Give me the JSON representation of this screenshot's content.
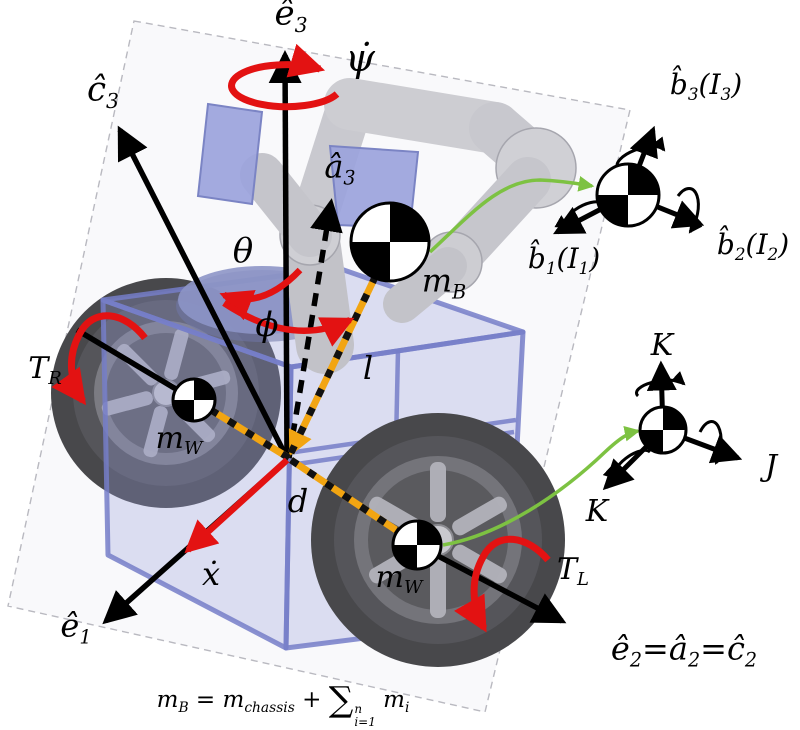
{
  "figure": {
    "description": "Two-wheeled self-balancing mobile manipulator free-body diagram",
    "colors": {
      "red": "#e31212",
      "orange_rod": "#f2a512",
      "green_link": "#7dc242",
      "chassis_blue": "#8e96cf",
      "gripper_purple": "#9ba3dc",
      "arm_gray": "#c9c9cf",
      "tire_gray": "#48484b",
      "plane_edge": "#b9b9c0"
    }
  },
  "labels": {
    "e3": {
      "parts": [
        {
          "t": "ê"
        },
        {
          "t": "3",
          "sub": true
        }
      ]
    },
    "psidot": {
      "parts": [
        {
          "t": "ψ̇"
        }
      ]
    },
    "c3": {
      "parts": [
        {
          "t": "ĉ"
        },
        {
          "t": "3",
          "sub": true
        }
      ]
    },
    "a3": {
      "parts": [
        {
          "t": "â"
        },
        {
          "t": "3",
          "sub": true
        }
      ]
    },
    "theta": {
      "parts": [
        {
          "t": "θ"
        }
      ]
    },
    "phi": {
      "parts": [
        {
          "t": "ϕ"
        }
      ]
    },
    "tr": {
      "parts": [
        {
          "t": "T"
        },
        {
          "t": "R",
          "sub": true
        }
      ]
    },
    "tl": {
      "parts": [
        {
          "t": "T"
        },
        {
          "t": "L",
          "sub": true
        }
      ]
    },
    "mw_left": {
      "parts": [
        {
          "t": "m"
        },
        {
          "t": "W",
          "sub": true
        }
      ]
    },
    "mw_right": {
      "parts": [
        {
          "t": "m"
        },
        {
          "t": "W",
          "sub": true
        }
      ]
    },
    "mb": {
      "parts": [
        {
          "t": "m"
        },
        {
          "t": "B",
          "sub": true
        }
      ]
    },
    "l": {
      "parts": [
        {
          "t": "l"
        }
      ]
    },
    "d": {
      "parts": [
        {
          "t": "d"
        }
      ]
    },
    "xdot": {
      "parts": [
        {
          "t": "ẋ"
        }
      ]
    },
    "e1": {
      "parts": [
        {
          "t": "ê"
        },
        {
          "t": "1",
          "sub": true
        }
      ]
    },
    "e2": {
      "parts": [
        {
          "t": "ê"
        },
        {
          "t": "2",
          "sub": true
        },
        {
          "t": "="
        },
        {
          "t": "â"
        },
        {
          "t": "2",
          "sub": true
        },
        {
          "t": "="
        },
        {
          "t": "ĉ"
        },
        {
          "t": "2",
          "sub": true
        }
      ]
    },
    "b3": {
      "parts": [
        {
          "t": "b̂"
        },
        {
          "t": "3",
          "sub": true
        },
        {
          "t": "("
        },
        {
          "t": "I"
        },
        {
          "t": "3",
          "sub": true
        },
        {
          "t": ")"
        }
      ]
    },
    "b2": {
      "parts": [
        {
          "t": "b̂"
        },
        {
          "t": "2",
          "sub": true
        },
        {
          "t": "("
        },
        {
          "t": "I"
        },
        {
          "t": "2",
          "sub": true
        },
        {
          "t": ")"
        }
      ]
    },
    "b1": {
      "parts": [
        {
          "t": "b̂"
        },
        {
          "t": "1",
          "sub": true
        },
        {
          "t": "("
        },
        {
          "t": "I"
        },
        {
          "t": "1",
          "sub": true
        },
        {
          "t": ")"
        }
      ]
    },
    "k_top": {
      "parts": [
        {
          "t": "K"
        }
      ]
    },
    "j": {
      "parts": [
        {
          "t": "J"
        }
      ]
    },
    "k_bottom": {
      "parts": [
        {
          "t": "K"
        }
      ]
    },
    "equation": {
      "parts": [
        {
          "t": "m"
        },
        {
          "t": "B",
          "sub": true
        },
        {
          "t": " = "
        },
        {
          "t": "m"
        },
        {
          "t": "chassis",
          "sub": true
        },
        {
          "t": " + "
        },
        {
          "t": "∑",
          "big": true
        },
        {
          "over": "n",
          "under": "i=1"
        },
        {
          "t": " m"
        },
        {
          "t": "i",
          "sub": true
        }
      ]
    }
  }
}
